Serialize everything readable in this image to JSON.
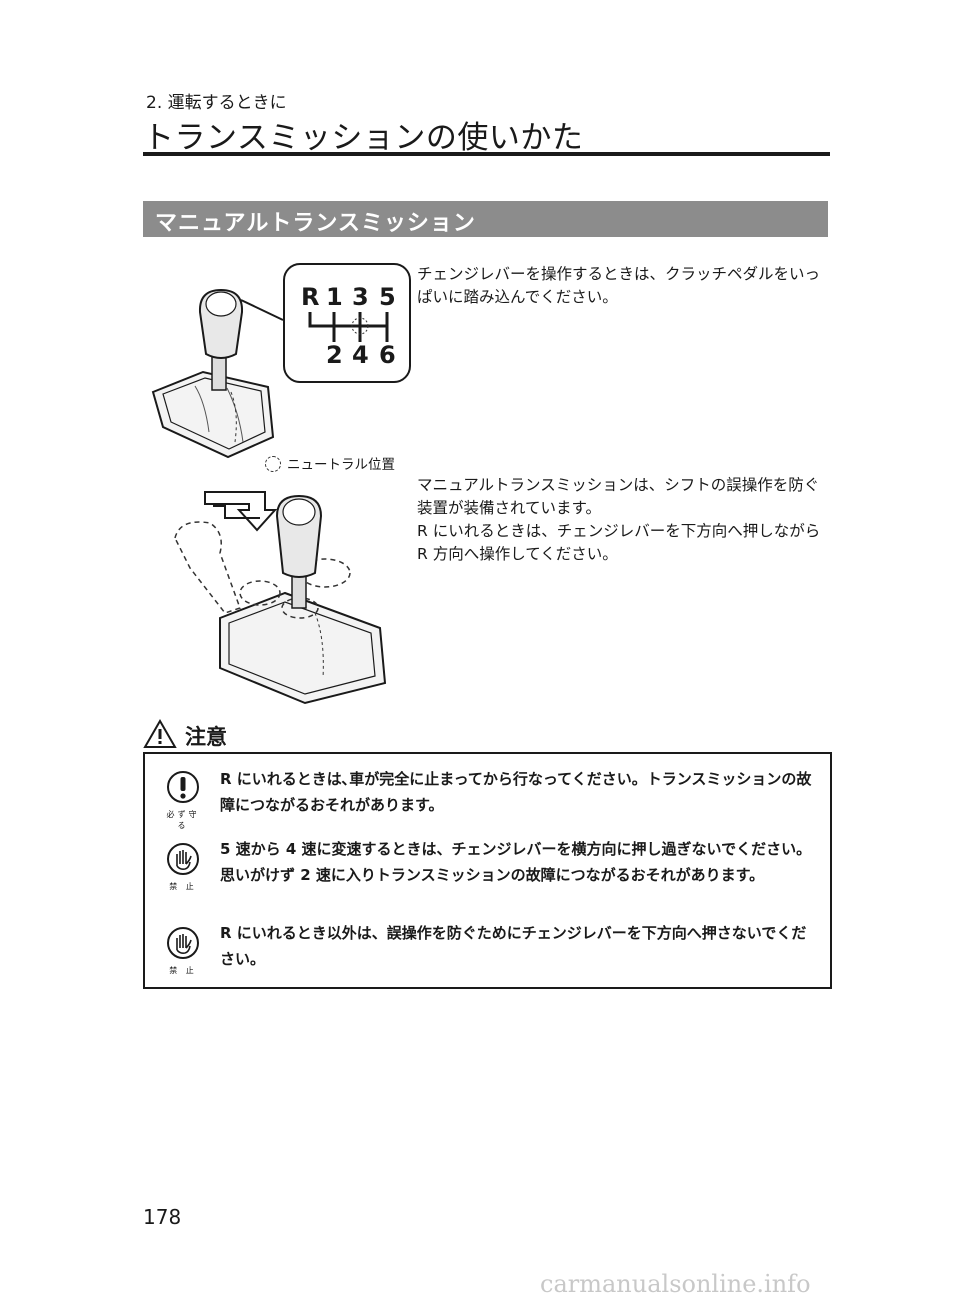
{
  "header": {
    "chapter": "2. 運転するときに",
    "title": "トランスミッションの使いかた"
  },
  "section": {
    "heading": "マニュアルトランスミッション",
    "para1": "チェンジレバーを操作するときは、クラッチペダルをいっぱいに踏み込んでください。",
    "para2": "マニュアルトランスミッションは、シフトの誤操作を防ぐ装置が装備されています。",
    "para3": "R にいれるときは、チェンジレバーを下方向へ押しながら R 方向へ操作してください。"
  },
  "figure": {
    "shift_top": [
      "R",
      "1",
      "3",
      "5"
    ],
    "shift_bottom": [
      "2",
      "4",
      "6"
    ],
    "neutral_label": "ニュートラル位置"
  },
  "caution": {
    "label": "注意",
    "items": [
      {
        "icon": "exclamation-icon",
        "caption": "必ず守る",
        "text": "R にいれるときは､車が完全に止まってから行なってください。トランスミッションの故障につながるおそれがあります。"
      },
      {
        "icon": "prohibit-hand-icon",
        "caption": "禁 止",
        "text": "5 速から 4 速に変速するときは、チェンジレバーを横方向に押し過ぎないでください。思いがけず 2 速に入りトランスミッションの故障につながるおそれがあります。"
      },
      {
        "icon": "prohibit-hand-icon",
        "caption": "禁 止",
        "text": "R にいれるとき以外は、誤操作を防ぐためにチェンジレバーを下方向へ押さないでください。"
      }
    ]
  },
  "footer": {
    "page_number": "178",
    "watermark": "carmanualsonline.info"
  },
  "colors": {
    "section_bg": "#8c8c8c",
    "text": "#1a1a1a"
  }
}
